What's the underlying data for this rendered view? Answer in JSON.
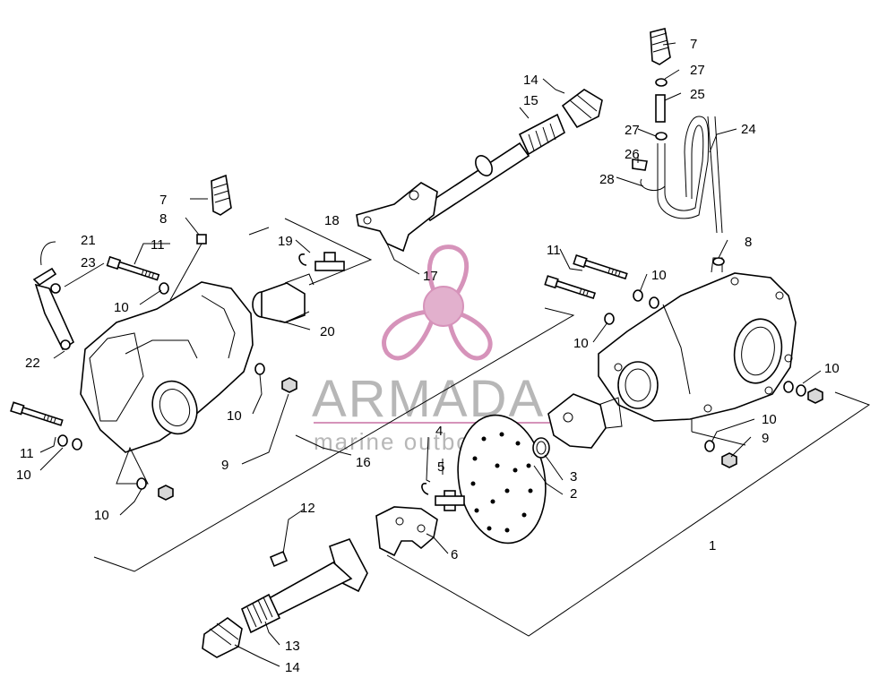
{
  "watermark": {
    "brand": "ARMADA",
    "tagline": "marine outboards",
    "color": "#c96fa3",
    "logo_icon": "propeller-icon"
  },
  "callouts": [
    {
      "id": "c1",
      "text": "1"
    },
    {
      "id": "c2",
      "text": "2"
    },
    {
      "id": "c3",
      "text": "3"
    },
    {
      "id": "c4",
      "text": "4"
    },
    {
      "id": "c5",
      "text": "5"
    },
    {
      "id": "c6",
      "text": "6"
    },
    {
      "id": "c7a",
      "text": "7"
    },
    {
      "id": "c7b",
      "text": "7"
    },
    {
      "id": "c8a",
      "text": "8"
    },
    {
      "id": "c8b",
      "text": "8"
    },
    {
      "id": "c9a",
      "text": "9"
    },
    {
      "id": "c9b",
      "text": "9"
    },
    {
      "id": "c10a",
      "text": "10"
    },
    {
      "id": "c10b",
      "text": "10"
    },
    {
      "id": "c10c",
      "text": "10"
    },
    {
      "id": "c10d",
      "text": "10"
    },
    {
      "id": "c10e",
      "text": "10"
    },
    {
      "id": "c10f",
      "text": "10"
    },
    {
      "id": "c10g",
      "text": "10"
    },
    {
      "id": "c10h",
      "text": "10"
    },
    {
      "id": "c11a",
      "text": "11"
    },
    {
      "id": "c11b",
      "text": "11"
    },
    {
      "id": "c11c",
      "text": "11"
    },
    {
      "id": "c12",
      "text": "12"
    },
    {
      "id": "c13",
      "text": "13"
    },
    {
      "id": "c14a",
      "text": "14"
    },
    {
      "id": "c14b",
      "text": "14"
    },
    {
      "id": "c15",
      "text": "15"
    },
    {
      "id": "c16",
      "text": "16"
    },
    {
      "id": "c17",
      "text": "17"
    },
    {
      "id": "c18",
      "text": "18"
    },
    {
      "id": "c19",
      "text": "19"
    },
    {
      "id": "c20",
      "text": "20"
    },
    {
      "id": "c21",
      "text": "21"
    },
    {
      "id": "c22",
      "text": "22"
    },
    {
      "id": "c23",
      "text": "23"
    },
    {
      "id": "c24",
      "text": "24"
    },
    {
      "id": "c25",
      "text": "25"
    },
    {
      "id": "c26",
      "text": "26"
    },
    {
      "id": "c27a",
      "text": "27"
    },
    {
      "id": "c27b",
      "text": "27"
    },
    {
      "id": "c28",
      "text": "28"
    }
  ]
}
